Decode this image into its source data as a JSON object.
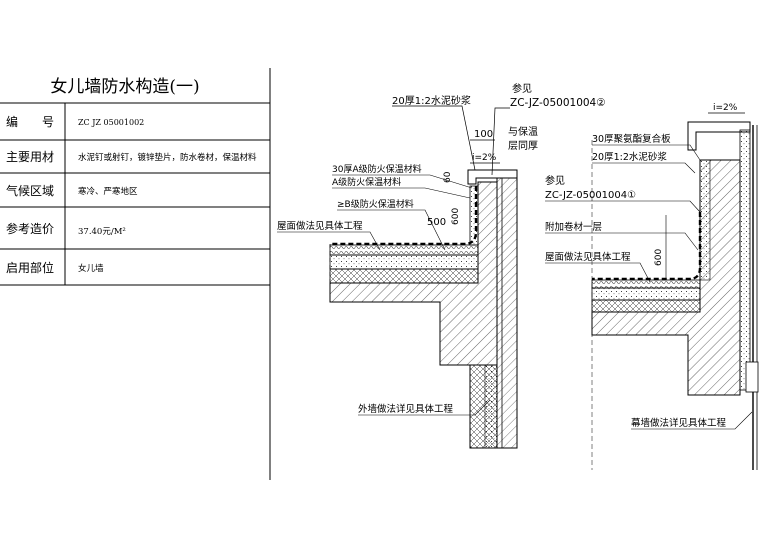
{
  "sheet": {
    "title": "女儿墙防水构造(一)",
    "rows": [
      {
        "label": "编　　号",
        "value": "ZC JZ 05001002"
      },
      {
        "label": "主要用材",
        "value": "水泥钉或射钉，镀锌垫片，防水卷材，保温材料"
      },
      {
        "label": "气候区域",
        "value": "寒冷、严寒地区"
      },
      {
        "label": "参考造价",
        "value": "37.40元/M²"
      },
      {
        "label": "启用部位",
        "value": "女儿墙"
      }
    ]
  },
  "left_detail": {
    "mortar": "20厚1:2水泥砂浆",
    "ref_label": "参见",
    "ref_code": "ZC-JZ-05001004②",
    "dim_100": "100",
    "same_thick_1": "与保温",
    "same_thick_2": "层同厚",
    "slope": "i=2%",
    "layer_a30": "30厚A级防火保温材料",
    "layer_a": "A级防火保温材料",
    "layer_b": "≥B级防火保温材料",
    "dim_60": "60",
    "dim_600": "600",
    "dim_500": "500",
    "roof_note": "屋面做法见具体工程",
    "wall_note": "外墙做法详见具体工程"
  },
  "right_detail": {
    "slope": "i=2%",
    "panel": "30厚聚氨酯复合板",
    "mortar": "20厚1:2水泥砂浆",
    "ref_label": "参见",
    "ref_code": "ZC-JZ-05001004①",
    "extra_layer": "附加卷材一层",
    "roof_note": "屋面做法见具体工程",
    "dim_600": "600",
    "curtain_note": "幕墙做法详见具体工程"
  }
}
